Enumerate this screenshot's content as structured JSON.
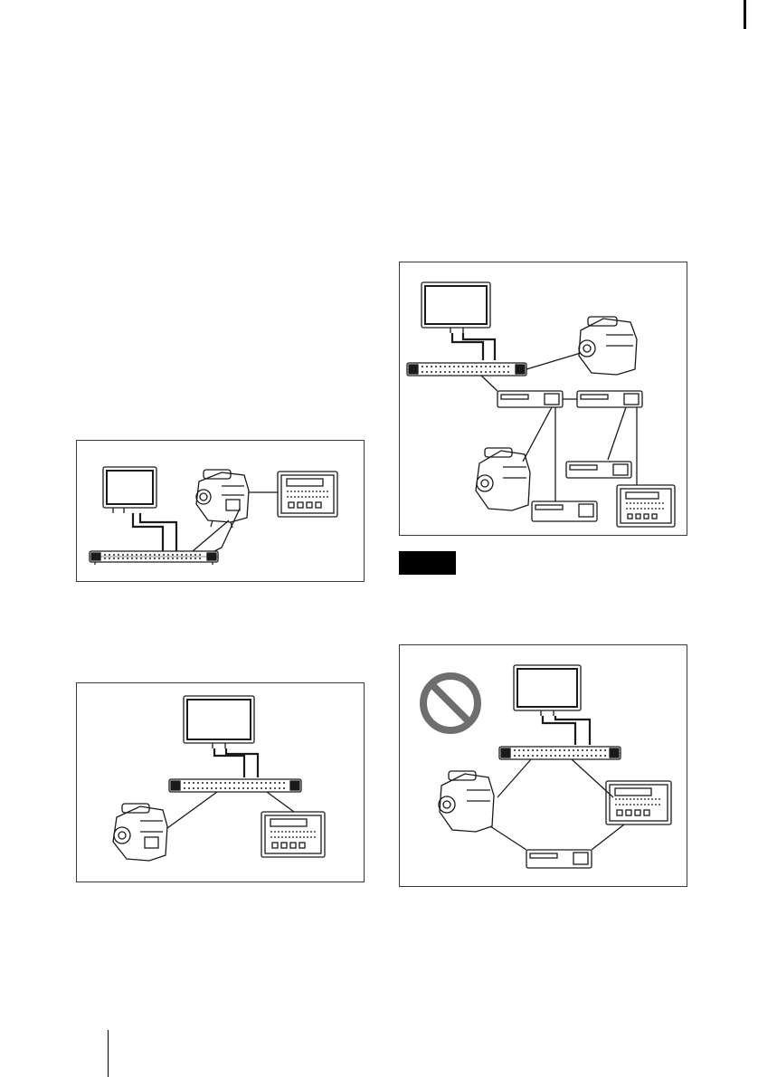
{
  "page": {
    "note_label": "",
    "page_number": ""
  },
  "figures": [
    {
      "name": "figure-single-camera-connection",
      "devices": [
        "monitor",
        "switcher",
        "camera",
        "vtr"
      ]
    },
    {
      "name": "figure-switcher-camera-vtr",
      "devices": [
        "monitor",
        "switcher",
        "camera",
        "vtr"
      ]
    },
    {
      "name": "figure-multiple-device-connection",
      "devices": [
        "monitor",
        "switcher",
        "camera",
        "camera",
        "deck",
        "deck",
        "deck",
        "deck",
        "vtr"
      ]
    },
    {
      "name": "figure-prohibited-loop-connection",
      "devices": [
        "prohibited-sign",
        "monitor",
        "switcher",
        "camera",
        "vtr",
        "deck"
      ]
    }
  ],
  "colors": {
    "line": "#1a1a1a",
    "prohibited": "#6e6e6e",
    "note_bg": "#000000"
  }
}
